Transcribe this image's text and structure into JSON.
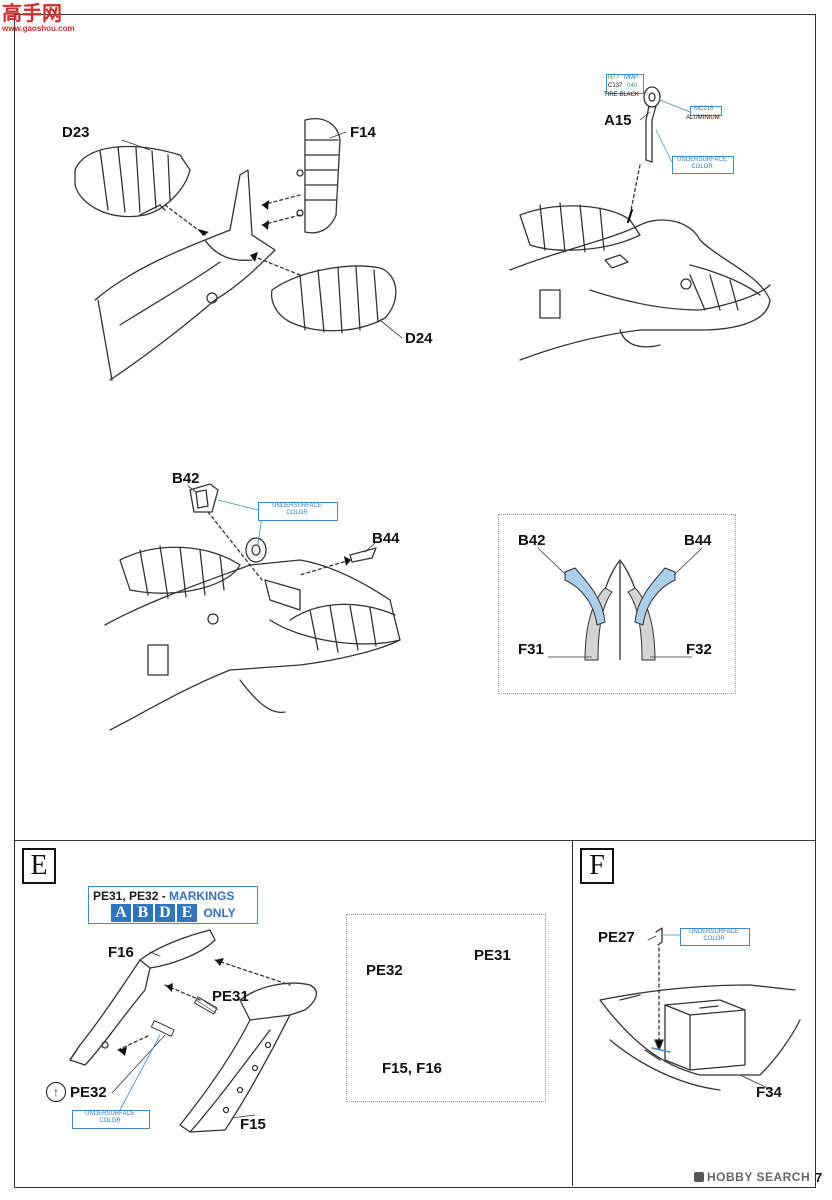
{
  "watermark": {
    "chars": "高手网",
    "url": "www.gaoshou.com"
  },
  "top_section": {
    "tail_group": {
      "labels": [
        "D23",
        "F14",
        "D24"
      ]
    },
    "tailwheel_group": {
      "part": "A15",
      "paint_h77": "H77",
      "paint_mmp": "MMP",
      "paint_c137": "C137",
      "paint_040": "040",
      "paint_tire": "TIRE BLACK",
      "paint_mc218": "MC218",
      "paint_aluminium": "ALUMINIUM",
      "callout_undersurface": "UNDERSURFACE",
      "callout_color": "COLOR"
    },
    "doors_group": {
      "labels": [
        "B42",
        "B44"
      ],
      "callout_undersurface": "UNDERSURFACE",
      "callout_color": "COLOR"
    },
    "doors_inset": {
      "labels": [
        "B42",
        "B44",
        "F31",
        "F32"
      ]
    }
  },
  "step_e": {
    "step_letter": "E",
    "markings_note": {
      "parts": "PE31, PE32 - ",
      "word": "MARKINGS",
      "letters": [
        "A",
        "B",
        "D",
        "E"
      ],
      "suffix": "ONLY"
    },
    "labels": {
      "f16": "F16",
      "pe31": "PE31",
      "pe32": "PE32",
      "f15": "F15"
    },
    "callout_undersurface": "UNDERSURFACE",
    "callout_color": "COLOR",
    "inset": {
      "pe32": "PE32",
      "pe31": "PE31",
      "bottom": "F15, F16"
    }
  },
  "step_f": {
    "step_letter": "F",
    "labels": {
      "pe27": "PE27",
      "f34": "F34"
    },
    "callout_undersurface": "UNDERSURFACE",
    "callout_color": "COLOR"
  },
  "footer": {
    "brand": "HOBBY SEARCH",
    "page_number": "7"
  },
  "colors": {
    "callout_blue": "#3b8fd0",
    "marking_blue": "#2f74c0",
    "part_fill_blue": "#a9cfee",
    "line": "#333333"
  }
}
